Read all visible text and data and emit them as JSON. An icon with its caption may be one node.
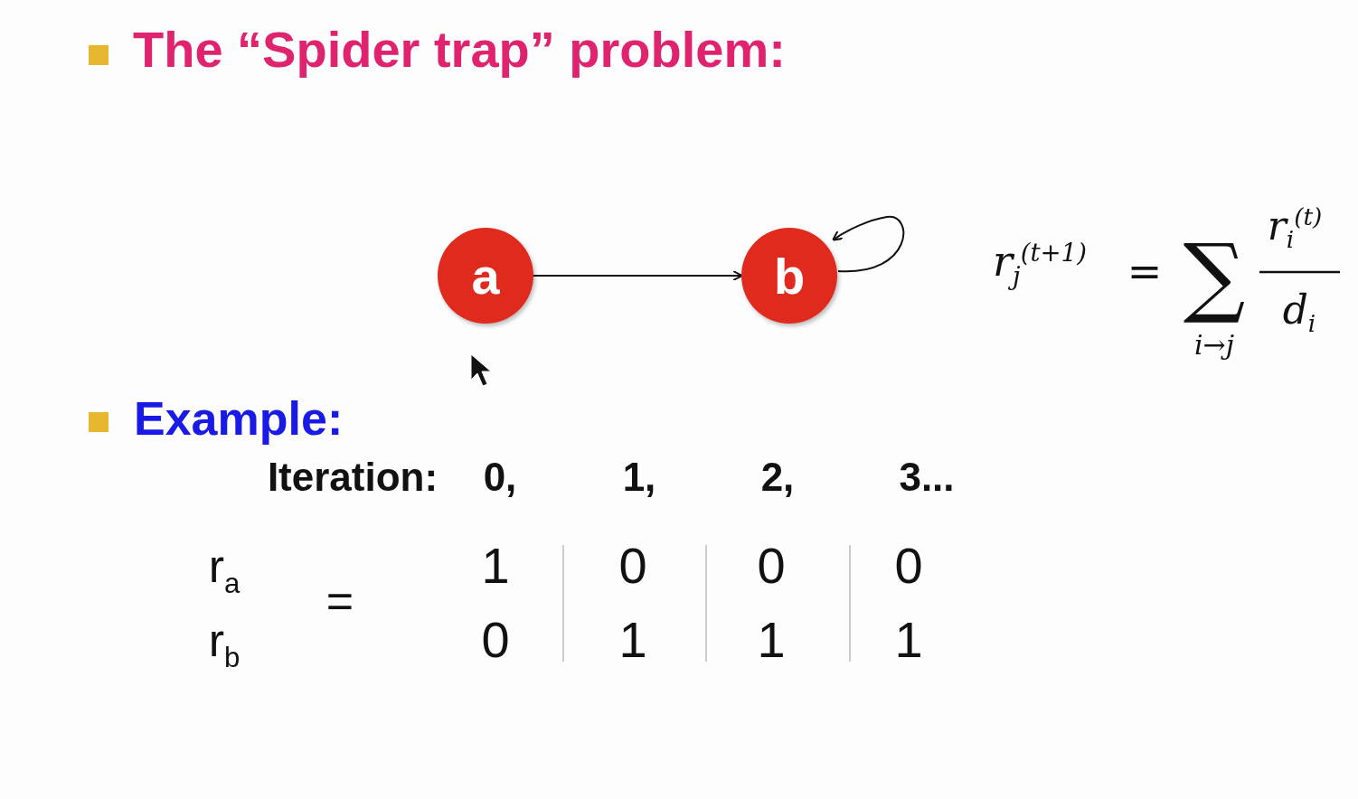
{
  "diagram": {
    "title": "The “Spider trap” problem:",
    "nodes": [
      {
        "text": [
          "a"
        ]
      },
      {
        "text": [
          "b"
        ]
      }
    ],
    "edges": [
      {
        "from": 0,
        "to": 1,
        "arrow": "to"
      },
      {
        "from": 1,
        "to": 1,
        "arrow": "to"
      }
    ],
    "labels": [
      "r$_{j}$$^{(t+1)}$",
      "=",
      "∑",
      "i→j",
      "r$_{i}$$^{(t)}$",
      "d$_{i}$",
      "Example:",
      "Iteration:",
      "0,",
      "1,",
      "2,",
      "3...",
      "r$_{a}$",
      "=",
      "1",
      "0",
      "0",
      "0",
      "r$_{b}$",
      "0",
      "1",
      "1",
      "1"
    ]
  }
}
